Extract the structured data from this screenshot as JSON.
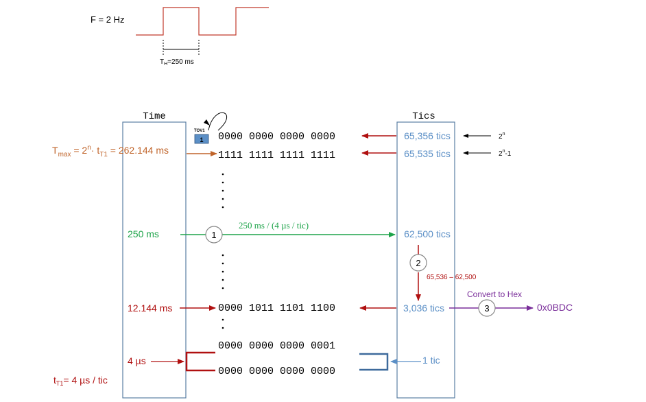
{
  "signal": {
    "freq_label": "F = 2 Hz",
    "th_main": "T",
    "th_sub": "H",
    "th_rest": "=250 ms"
  },
  "columns": {
    "time_header": "Time",
    "tics_header": "Tics"
  },
  "tov1": {
    "label": "TOV1",
    "bit": "1"
  },
  "registers": {
    "overflow_zero": "0000 0000 0000 0000",
    "max": "1111 1111 1111 1111",
    "preload": "0000 1011 1101 1100",
    "one": "0000 0000 0000 0001",
    "zero": "0000 0000 0000 0000"
  },
  "tics": {
    "t_65356": "65,356 tics",
    "t_65535": "65,535 tics",
    "t_62500": "62,500 tics",
    "t_3036": "3,036 tics",
    "t_1": "1 tic"
  },
  "powers": {
    "two_n_base": "2",
    "two_n_exp": "n",
    "two_n_minus_base": "2",
    "two_n_minus_exp": "n",
    "two_n_minus_rest": "-1"
  },
  "time_labels": {
    "tmax_T": "T",
    "tmax_sub": "max",
    "tmax_eq": " = 2",
    "tmax_exp": "n",
    "tmax_dot": "· t",
    "tmax_tsub": "T1",
    "tmax_rest": " = 262.144 ms",
    "t_250": "250 ms",
    "t_12144": "12.144 ms",
    "t_4us": "4 µs",
    "tt1_t": "t",
    "tt1_sub": "T1",
    "tt1_rest": "= 4 µs / tic"
  },
  "steps": {
    "s1_num": "1",
    "s1_label": "250 ms / (4 µs / tic)",
    "s2_num": "2",
    "s2_label": "65,536 – 62,500",
    "s3_num": "3",
    "s3_label": "Convert to Hex",
    "hex_value": "0x0BDC"
  },
  "colors": {
    "orange": "#c0642a",
    "green": "#1ea44a",
    "red": "#b01010",
    "blue": "#5b8fc6",
    "dark_blue": "#3d6a9c",
    "purple": "#7a2e9a",
    "black": "#000000",
    "box_border": "#5b7ea4"
  }
}
